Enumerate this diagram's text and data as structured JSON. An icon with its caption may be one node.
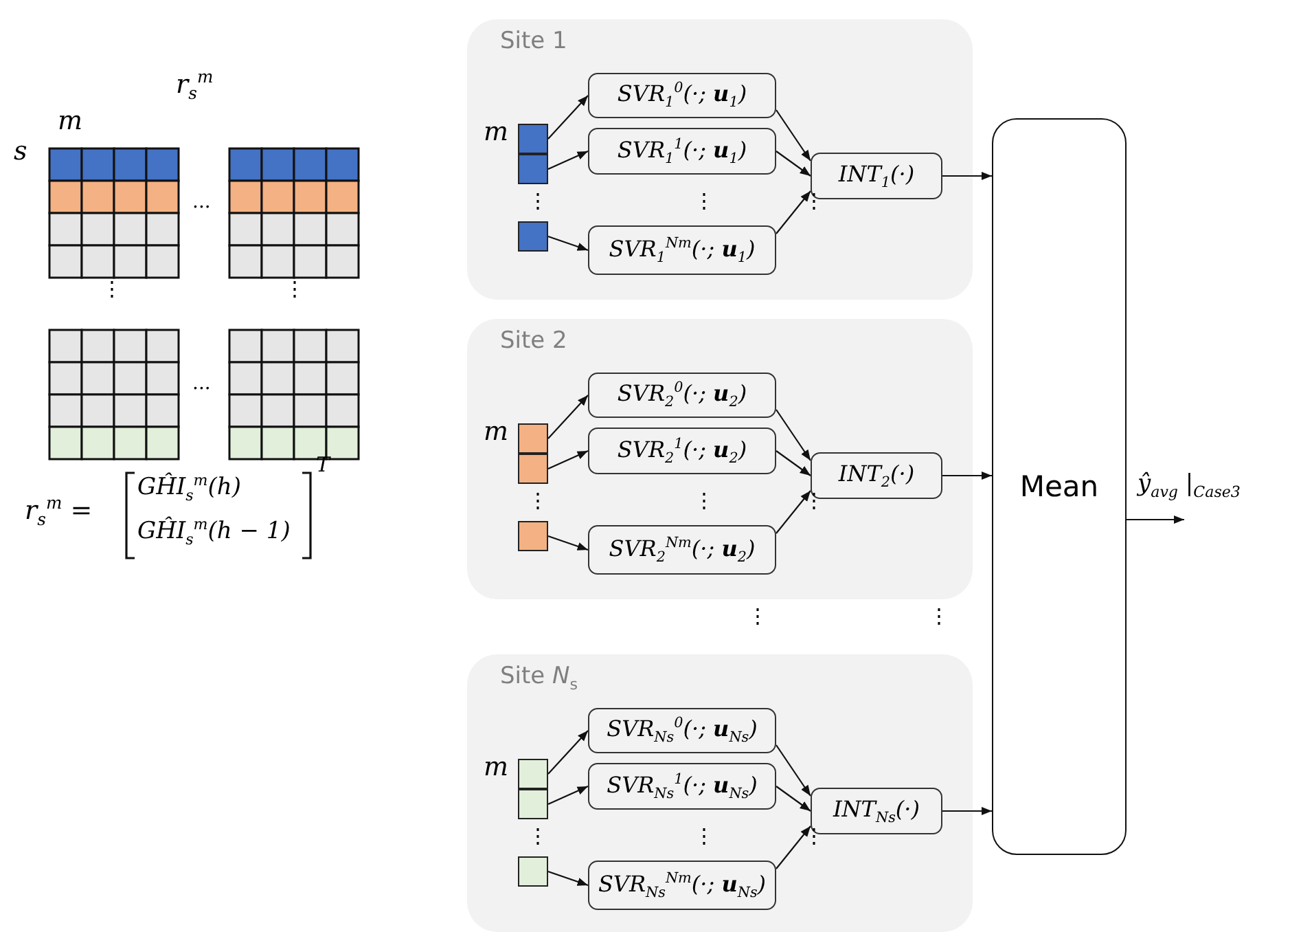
{
  "diagram": {
    "nodes": [
      {
        "text": [
          "Site 1"
        ]
      },
      {
        "text": [],
        "shape": "box",
        "in": 0
      },
      {
        "text": [],
        "shape": "box",
        "in": 0
      },
      {
        "text": [],
        "shape": "box",
        "in": 0
      },
      {
        "text": [
          "SVR$_{1}$$^{0}$(·; **u**$_{1}$)"
        ],
        "in": 0
      },
      {
        "text": [
          "SVR$_{1}$$^{1}$(·; **u**$_{1}$)"
        ],
        "in": 0
      },
      {
        "text": [
          "SVR$_{1}$$^{Nm}$(·; **u**$_{1}$)"
        ],
        "in": 0
      },
      {
        "text": [
          "INT$_{1}$(·)"
        ],
        "in": 0
      },
      {
        "text": [
          "Site 2"
        ]
      },
      {
        "text": [],
        "shape": "box",
        "in": 8
      },
      {
        "text": [],
        "shape": "box",
        "in": 8
      },
      {
        "text": [],
        "shape": "box",
        "in": 8
      },
      {
        "text": [
          "SVR$_{2}$$^{0}$(·; **u**$_{2}$)"
        ],
        "in": 8
      },
      {
        "text": [
          "SVR$_{2}$$^{1}$(·; **u**$_{2}$)"
        ],
        "in": 8
      },
      {
        "text": [
          "SVR$_{2}$$^{Nm}$(·; **u**$_{2}$)"
        ],
        "in": 8
      },
      {
        "text": [
          "INT$_{2}$(·)"
        ],
        "in": 8
      },
      {
        "text": [
          "Site *N*$_{s}$"
        ]
      },
      {
        "text": [],
        "shape": "box",
        "in": 16
      },
      {
        "text": [],
        "shape": "box",
        "in": 16
      },
      {
        "text": [],
        "shape": "box",
        "in": 16
      },
      {
        "text": [
          "SVR$_{Ns}$$^{0}$(·; **u**$_{Ns}$)"
        ],
        "in": 16
      },
      {
        "text": [
          "SVR$_{Ns}$$^{1}$(·; **u**$_{Ns}$)"
        ],
        "in": 16
      },
      {
        "text": [
          "SVR$_{Ns}$$^{Nm}$(·; **u**$_{Ns}$)"
        ],
        "in": 16
      },
      {
        "text": [
          "INT$_{Ns}$(·)"
        ],
        "in": 16
      },
      {
        "text": [
          "Mean"
        ]
      }
    ],
    "edges": [
      {
        "from": 1,
        "to": 4,
        "arrow": "to"
      },
      {
        "from": 2,
        "to": 5,
        "arrow": "to"
      },
      {
        "from": 3,
        "to": 6,
        "arrow": "to"
      },
      {
        "from": 4,
        "to": 7,
        "arrow": "to"
      },
      {
        "from": 5,
        "to": 7,
        "arrow": "to"
      },
      {
        "from": 6,
        "to": 7,
        "arrow": "to"
      },
      {
        "from": 7,
        "to": 24,
        "arrow": "to"
      },
      {
        "from": 9,
        "to": 12,
        "arrow": "to"
      },
      {
        "from": 10,
        "to": 13,
        "arrow": "to"
      },
      {
        "from": 11,
        "to": 14,
        "arrow": "to"
      },
      {
        "from": 12,
        "to": 15,
        "arrow": "to"
      },
      {
        "from": 13,
        "to": 15,
        "arrow": "to"
      },
      {
        "from": 14,
        "to": 15,
        "arrow": "to"
      },
      {
        "from": 15,
        "to": 24,
        "arrow": "to"
      },
      {
        "from": 17,
        "to": 20,
        "arrow": "to"
      },
      {
        "from": 18,
        "to": 21,
        "arrow": "to"
      },
      {
        "from": 19,
        "to": 22,
        "arrow": "to"
      },
      {
        "from": 20,
        "to": 23,
        "arrow": "to"
      },
      {
        "from": 21,
        "to": 23,
        "arrow": "to"
      },
      {
        "from": 22,
        "to": 23,
        "arrow": "to"
      },
      {
        "from": 23,
        "to": 24,
        "arrow": "to"
      },
      {
        "from": 24,
        "to": null,
        "arrow": "to",
        "label": "ŷ$_{avg}$ |$_{Case3}$"
      }
    ],
    "labels": [
      "r$_{s}$$^{m}$",
      "m",
      "s",
      "...",
      "⋮",
      "⋮",
      "...",
      "r$_{s}$$^{m}$ =",
      "GĤI$_{s}$$^{m}$(h)",
      "GĤI$_{s}$$^{m}$(h − 1)",
      "T",
      "m",
      "⋮",
      "⋮",
      "⋮",
      "m",
      "⋮",
      "⋮",
      "⋮",
      "⋮",
      "⋮",
      "m",
      "⋮",
      "⋮",
      "⋮"
    ]
  }
}
